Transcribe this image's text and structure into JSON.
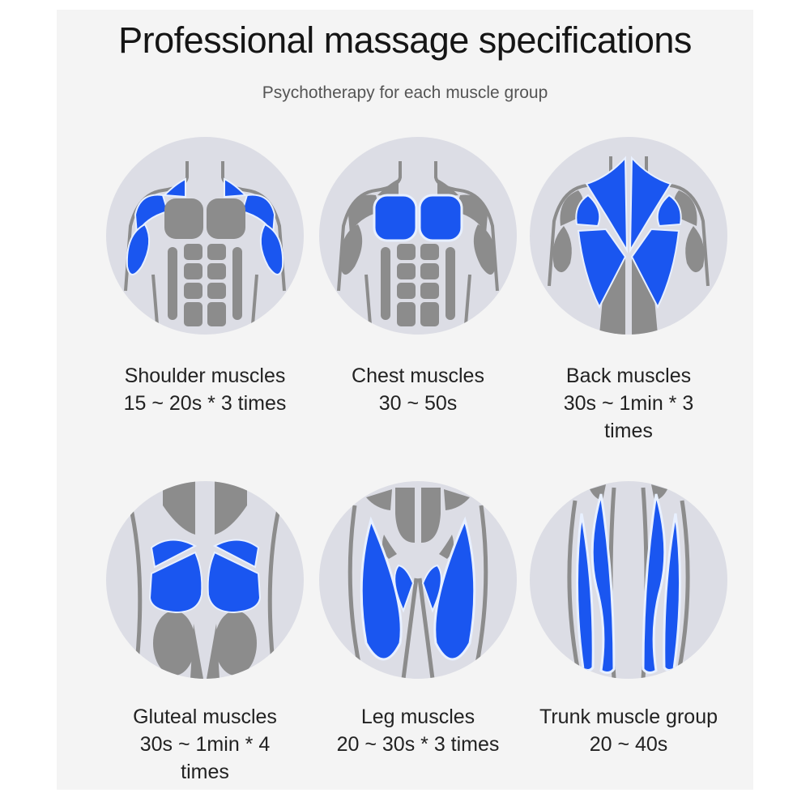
{
  "header": {
    "title": "Professional massage specifications",
    "subtitle": "Psychotherapy for each muscle group"
  },
  "colors": {
    "panel_bg": "#f4f4f4",
    "circle_bg": "#dcdde5",
    "highlight_blue": "#1a56f0",
    "muscle_gray": "#8c8c8c",
    "outline_light": "#e8f0ff",
    "text": "#222222"
  },
  "muscle_groups": [
    {
      "name": "Shoulder muscles",
      "line1": "15 ~ 20s * 3 times",
      "line2": "",
      "icon": "shoulder-muscles-icon"
    },
    {
      "name": "Chest muscles",
      "line1": "30 ~ 50s",
      "line2": "",
      "icon": "chest-muscles-icon"
    },
    {
      "name": "Back muscles",
      "line1": "30s ~ 1min * 3",
      "line2": "times",
      "icon": "back-muscles-icon"
    },
    {
      "name": "Gluteal muscles",
      "line1": "30s ~ 1min * 4",
      "line2": "times",
      "icon": "gluteal-muscles-icon"
    },
    {
      "name": "Leg muscles",
      "line1": "20 ~ 30s * 3 times",
      "line2": "",
      "icon": "leg-muscles-icon"
    },
    {
      "name": "Trunk muscle group",
      "line1": "20 ~ 40s",
      "line2": "",
      "icon": "trunk-muscle-group-icon"
    }
  ]
}
